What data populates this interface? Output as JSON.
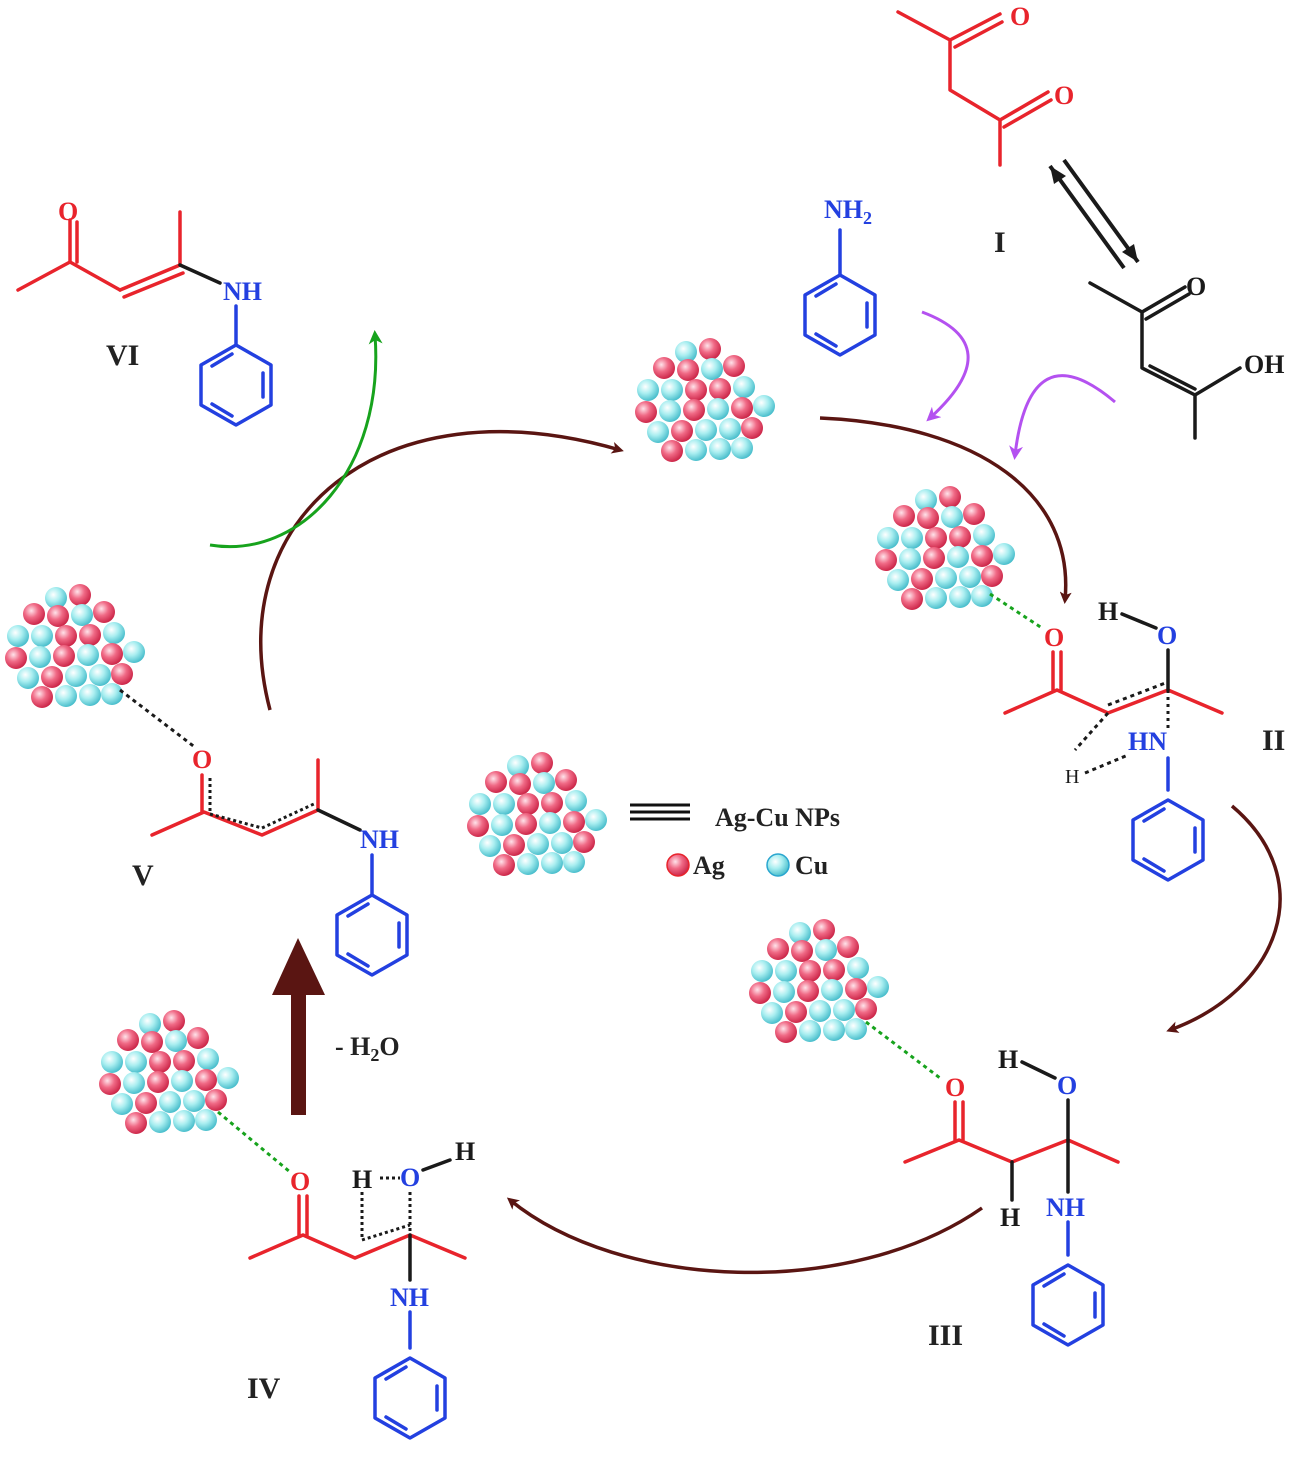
{
  "labels": {
    "I": "I",
    "II": "II",
    "III": "III",
    "IV": "IV",
    "V": "V",
    "VI": "VI"
  },
  "atoms": {
    "O": "O",
    "OH": "OH",
    "H": "H",
    "NH": "NH",
    "HN": "HN",
    "NH2_main": "NH",
    "NH2_sub": "2"
  },
  "water_loss": {
    "prefix": "- H",
    "sub": "2",
    "suffix": "O"
  },
  "legend": {
    "symbol": "≡",
    "catalyst": "Ag-Cu NPs",
    "ag": "Ag",
    "cu": "Cu"
  },
  "colors": {
    "ketone": "#e8242c",
    "amine": "#2340e0",
    "tautomer": "#1a1a1a",
    "cycle_arrow": "#5a1512",
    "product_arrow": "#17a31d",
    "reagent_arrow": "#b451f0",
    "ag_sphere": "#ee4d6c",
    "cu_sphere": "#7fe0e4",
    "coordination": "#17a31d"
  }
}
